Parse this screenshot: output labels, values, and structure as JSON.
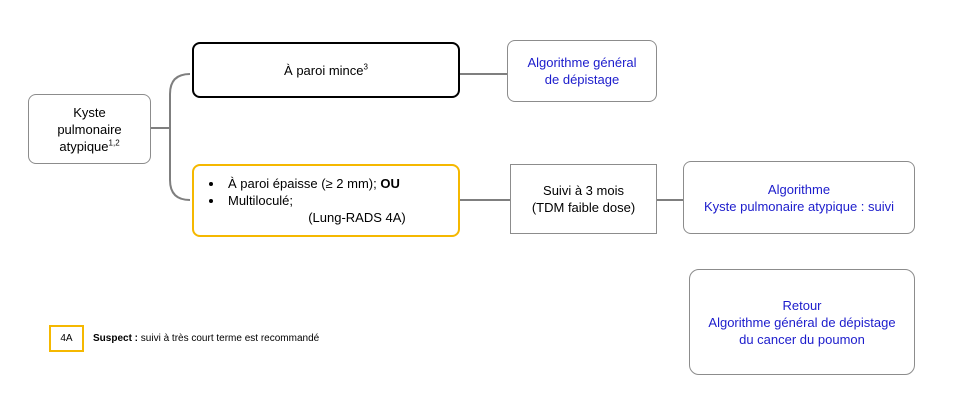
{
  "nodes": {
    "start": {
      "text": "Kyste pulmonaire atypique",
      "sup": "1,2"
    },
    "thin": {
      "text": "À paroi mince",
      "sup": "3"
    },
    "general": {
      "line1": "Algorithme général",
      "line2": "de dépistage"
    },
    "thick": {
      "bullet1_text": "À paroi épaisse (≥ 2 mm); ",
      "bullet1_bold": "OU",
      "bullet2": "Multiloculé;",
      "tag": "(Lung-RADS 4A)"
    },
    "followup": {
      "line1": "Suivi à 3 mois",
      "line2": "(TDM faible dose)"
    },
    "suivi": {
      "line1": "Algorithme",
      "line2": "Kyste pulmonaire atypique : suivi"
    },
    "retour": {
      "line1": "Retour",
      "line2": "Algorithme général de dépistage",
      "line3": "du cancer du poumon"
    }
  },
  "legend": {
    "code": "4A",
    "label_bold": "Suspect :",
    "label_text": " suivi à très court terme est recommandé"
  },
  "colors": {
    "highlight": "#f5b800",
    "link": "#1c1ccc",
    "border": "#8c8c8c",
    "connector": "#7f7f7f"
  }
}
